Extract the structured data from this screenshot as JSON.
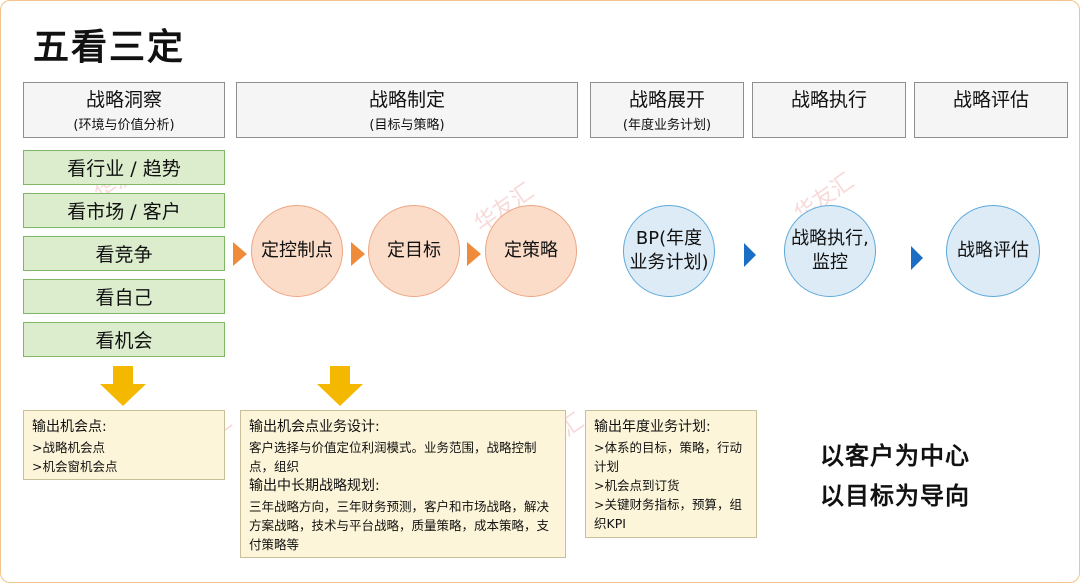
{
  "title": "五看三定",
  "headers": [
    {
      "main": "战略洞察",
      "sub": "(环境与价值分析)"
    },
    {
      "main": "战略制定",
      "sub": "(目标与策略)"
    },
    {
      "main": "战略展开",
      "sub": "(年度业务计划)"
    },
    {
      "main": "战略执行",
      "sub": ""
    },
    {
      "main": "战略评估",
      "sub": ""
    }
  ],
  "five_looks": [
    "看行业 / 趋势",
    "看市场 / 客户",
    "看竞争",
    "看自己",
    "看机会"
  ],
  "three_decisions": [
    "定控制点",
    "定目标",
    "定策略"
  ],
  "blue_circles": [
    {
      "line1": "BP(年度",
      "line2": "业务计划)"
    },
    {
      "line1": "战略执行,",
      "line2": "监控"
    },
    {
      "line1": "战略评估",
      "line2": ""
    }
  ],
  "note1": {
    "heading": "输出机会点:",
    "lines": [
      ">战略机会点",
      ">机会窗机会点"
    ]
  },
  "note2": {
    "heading1": "输出机会点业务设计:",
    "body1": "客户选择与价值定位利润模式。业务范围，战略控制点，组织",
    "heading2": "输出中长期战略规划:",
    "body2": "三年战略方向，三年财务预测，客户和市场战略，解决方案战略，技术与平台战略，质量策略，成本策略，支付策略等"
  },
  "note3": {
    "heading": "输出年度业务计划:",
    "lines": [
      ">体系的目标，策略，行动计划",
      ">机会点到订货",
      ">关键财务指标，预算，组织KPI"
    ]
  },
  "slogans": [
    "以客户为中心",
    "以目标为导向"
  ],
  "watermark": "华友汇",
  "colors": {
    "orange_arrow": "#ef8c3b",
    "blue_arrow": "#1a6fc4",
    "down_arrow": "#f5b800",
    "green_fill": "#dcedce",
    "orange_fill": "#fbdcc8",
    "blue_fill": "#ddebf6",
    "note_fill": "#fdf5d9"
  }
}
